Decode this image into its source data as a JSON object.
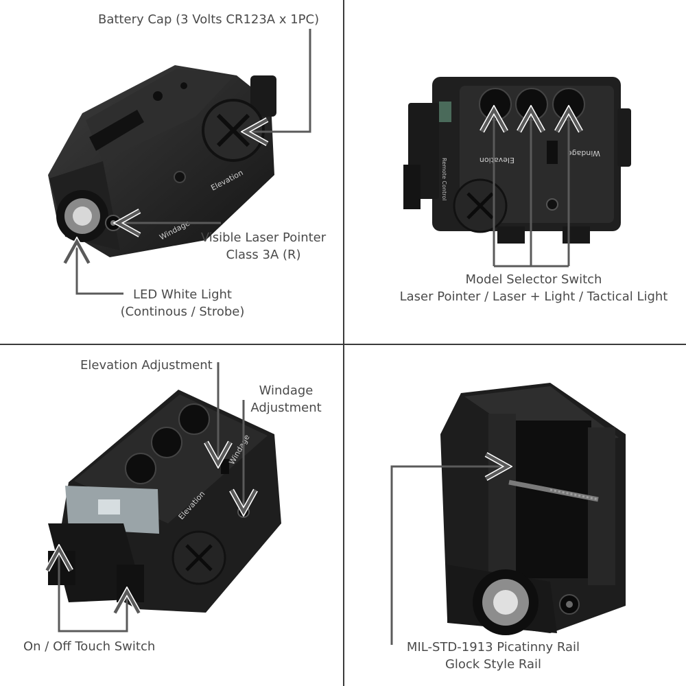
{
  "panels": {
    "top_left": {
      "callouts": {
        "battery_cap": "Battery Cap (3 Volts CR123A x 1PC)",
        "laser_pointer": [
          "Visible Laser Pointer",
          "Class 3A (R)"
        ],
        "led_light": [
          "LED White Light",
          "(Continous / Strobe)"
        ]
      },
      "device_labels": {
        "elevation": "Elevation",
        "windage": "Windage"
      }
    },
    "top_right": {
      "callouts": {
        "mode_selector": [
          "Model Selector Switch",
          "Laser Pointer / Laser + Light / Tactical Light"
        ]
      },
      "device_labels": {
        "elevation": "Elevation",
        "windage": "Windage",
        "remote": "Remote Control"
      }
    },
    "bottom_left": {
      "callouts": {
        "elevation": "Elevation Adjustment",
        "windage": [
          "Windage",
          "Adjustment"
        ],
        "touch_switch": "On / Off Touch Switch"
      },
      "device_labels": {
        "elevation": "Elevation",
        "windage": "Windage"
      }
    },
    "bottom_right": {
      "callouts": {
        "rail": [
          "MIL-STD-1913 Picatinny Rail",
          "Glock Style Rail"
        ]
      }
    }
  },
  "colors": {
    "divider": "#3a3a3a",
    "text": "#4a4a4a",
    "arrow": "#5a5a5a",
    "device_dark": "#1e1e1e",
    "device_mid": "#2c2c2c",
    "device_light": "#3d3d3d"
  }
}
